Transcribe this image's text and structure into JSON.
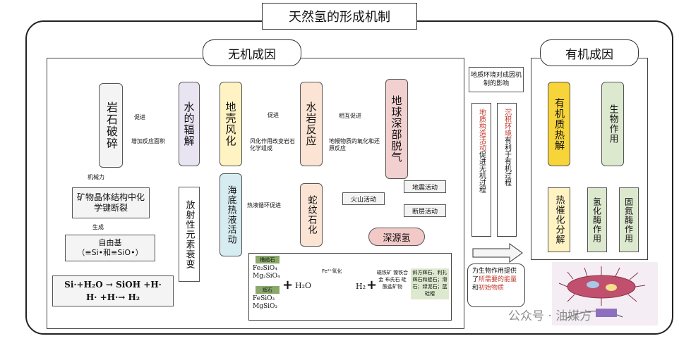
{
  "title": "天然氢的形成机制",
  "inorganic": {
    "header": "无机成因",
    "rock_break": "岩石破碎",
    "water_radiolysis": "水的辐解",
    "crust_weathering": "地壳风化",
    "water_rock": "水岩反应",
    "degassing": "地球深部脱气",
    "promote1": "促进",
    "promote1_sub": "增加反应面积",
    "promote2": "促进",
    "promote2_sub": "风化作用改变岩石化学组成",
    "mutual": "相互促进",
    "mutual_sub": "地幔物质的氧化和还原反应",
    "mechanical": "机械力",
    "mineral_break": "矿物晶体结构中化学键断裂",
    "generate": "生成",
    "free_radical_1": "自由基",
    "free_radical_2": "（≡Si•和≡SiO•）",
    "eq1": "Si·+H₂O → SiOH +H·",
    "eq2": "H· +H·→ H₂",
    "radioactive": "放射性元素衰变",
    "seafloor": "海底热液活动",
    "hydrothermal": "热液循环促进",
    "serpentine": "蛇纹石化",
    "earthquake": "地震活动",
    "volcano": "火山活动",
    "fault": "断层活动",
    "deep_h2": "深源氢",
    "olivine": "橄榄石",
    "olivine_f1": "Fe₂SiO₄",
    "olivine_f2": "Mg₂SiO₄",
    "pyroxene": "辉石",
    "pyroxene_f1": "FeSiO₃",
    "pyroxene_f2": "MgSiO₃",
    "plus1": "+",
    "h2o": "H₂O",
    "oxidize": "Fe²⁺氧化",
    "h2": "H₂",
    "plus2": "+",
    "products_left": "磁铁矿 镍铁合金 布氏石 硅酸盐矿物",
    "products_right": "斜方辉石、利扎辉石和蛭石；滑石；绿泥石；蓝硅榴"
  },
  "middle": {
    "env_title": "地质环境对成因机制的影响",
    "tectonic_red": "地质构造活动",
    "tectonic_black": "促进无机过程",
    "sed_red": "沉积环境",
    "sed_black": "有利于有机过程",
    "bio_1": "为生物作用提供了",
    "bio_2": "所需要的能量",
    "bio_3": "和",
    "bio_4": "初始物质"
  },
  "organic": {
    "header": "有机成因",
    "thermal": "有机质热解",
    "bio_action": "生物作用",
    "catalytic": "热催化分解",
    "hydrogenase": "氢化酶作用",
    "nitrogenase": "固氮酶作用"
  },
  "watermark": "公众号 · 油媒方",
  "colors": {
    "yellow": "#f7d43a",
    "yellow_light": "#fff3c4",
    "green_light": "#dde9cf",
    "lavender": "#e8e4f2",
    "peach": "#fbe4d4",
    "teal": "#d6ecf0",
    "pink": "#f2d0cf",
    "red_text": "#c0392b"
  }
}
